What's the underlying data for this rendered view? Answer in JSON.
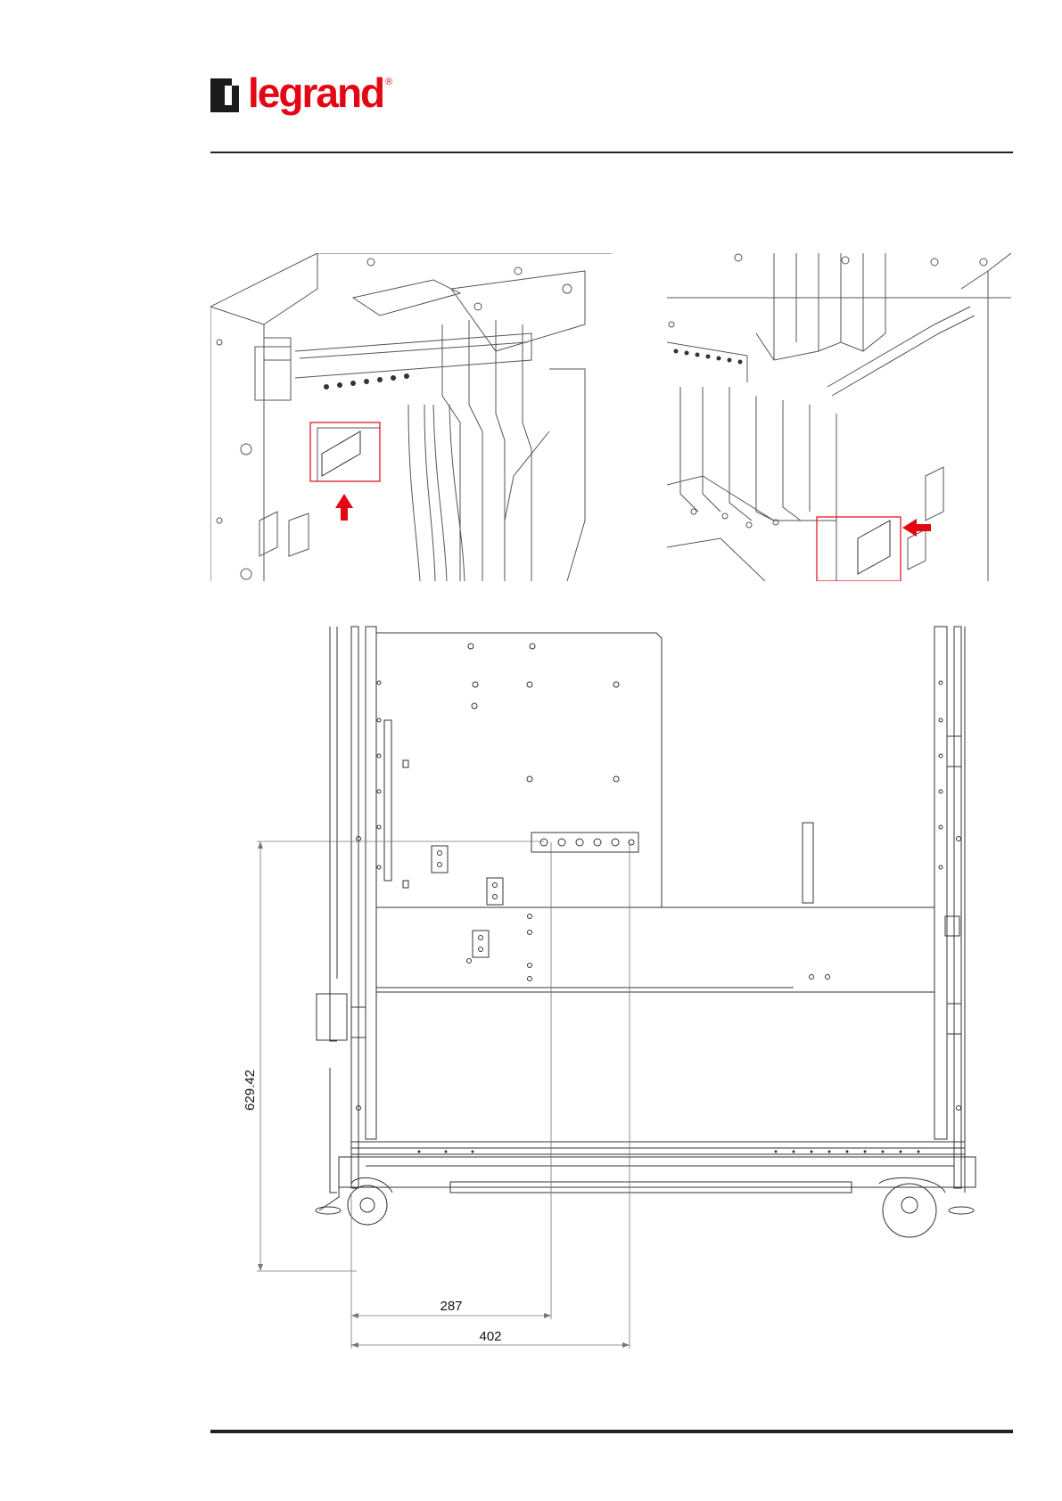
{
  "header": {
    "brand": "legrand",
    "brand_mark": "®",
    "brand_color": "#e30613"
  },
  "figures": {
    "left_detail": {
      "arrow_direction": "up",
      "highlight_color": "#e30613"
    },
    "right_detail": {
      "arrow_direction": "left",
      "highlight_color": "#e30613"
    }
  },
  "drawing": {
    "dimensions": {
      "vertical": "629.42",
      "horizontal_short": "287",
      "horizontal_long": "402"
    }
  }
}
